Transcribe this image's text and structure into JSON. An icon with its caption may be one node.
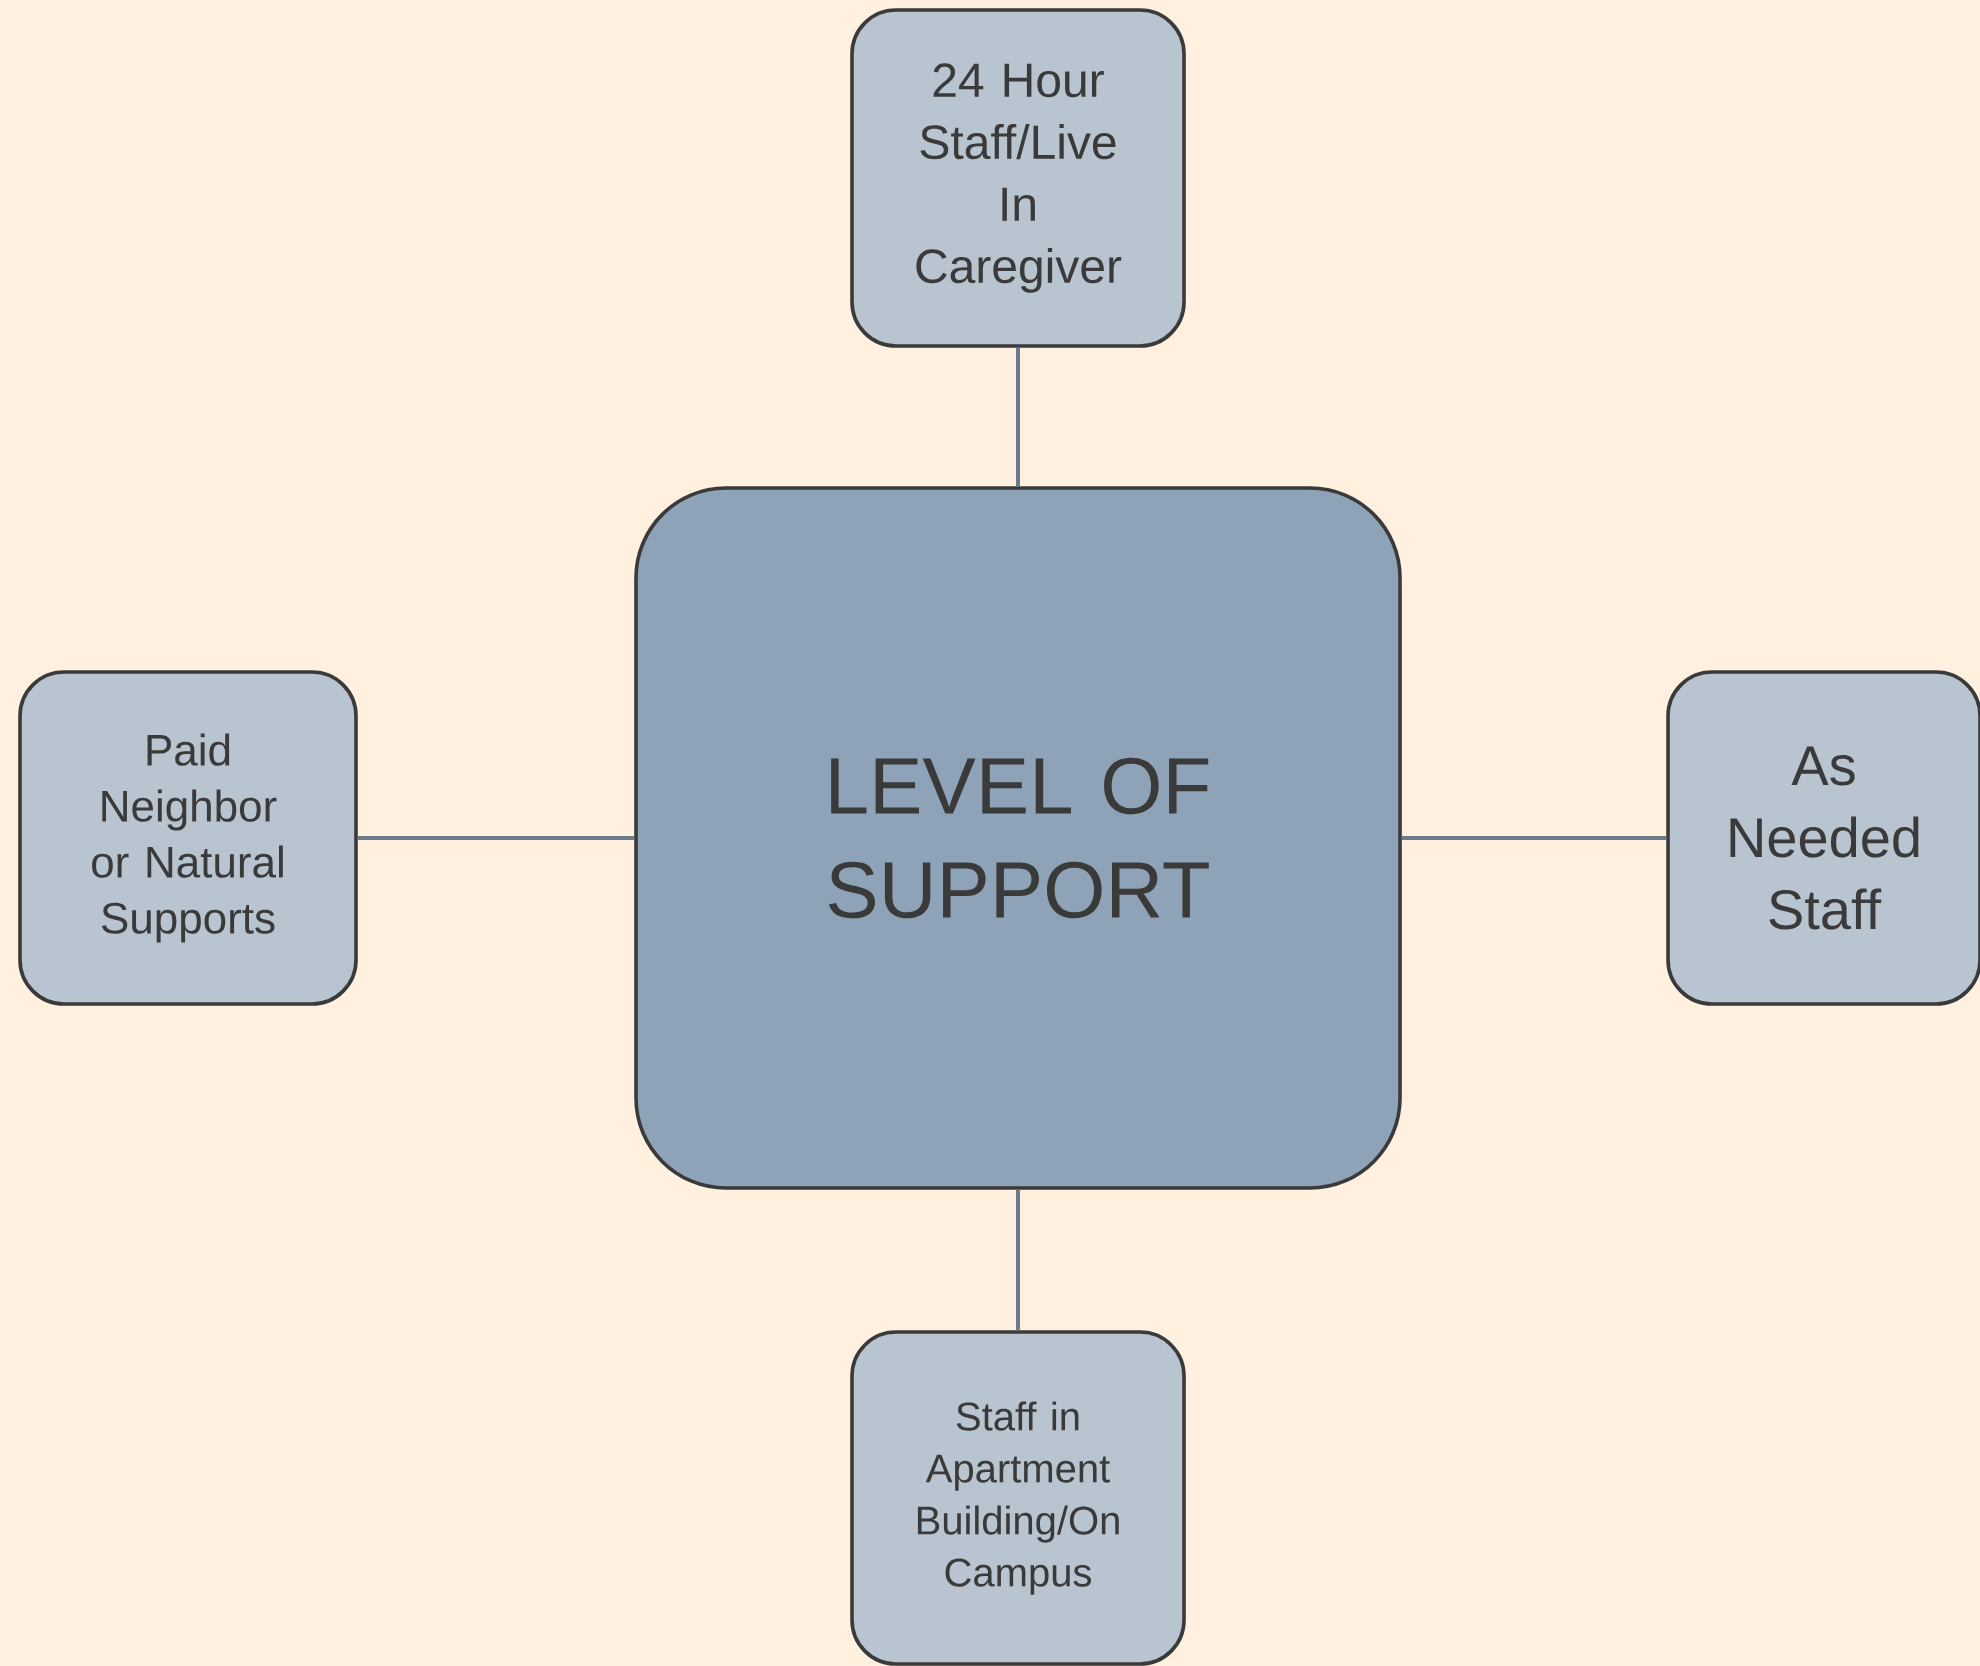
{
  "diagram": {
    "nodes": [
      {
        "text": [
          "24 Hour Staff/Live In Caregiver"
        ]
      },
      {
        "text": [
          "Paid Neighbor or Natural Supports"
        ]
      },
      {
        "text": [
          "LEVEL OF SUPPORT"
        ]
      },
      {
        "text": [
          "As Needed Staff"
        ]
      },
      {
        "text": [
          "Staff in Apartment Building/On Campus"
        ]
      }
    ],
    "edges": [
      {
        "from": 2,
        "to": 0,
        "arrow": "none"
      },
      {
        "from": 2,
        "to": 1,
        "arrow": "none"
      },
      {
        "from": 2,
        "to": 3,
        "arrow": "none"
      },
      {
        "from": 2,
        "to": 4,
        "arrow": "none"
      }
    ]
  }
}
